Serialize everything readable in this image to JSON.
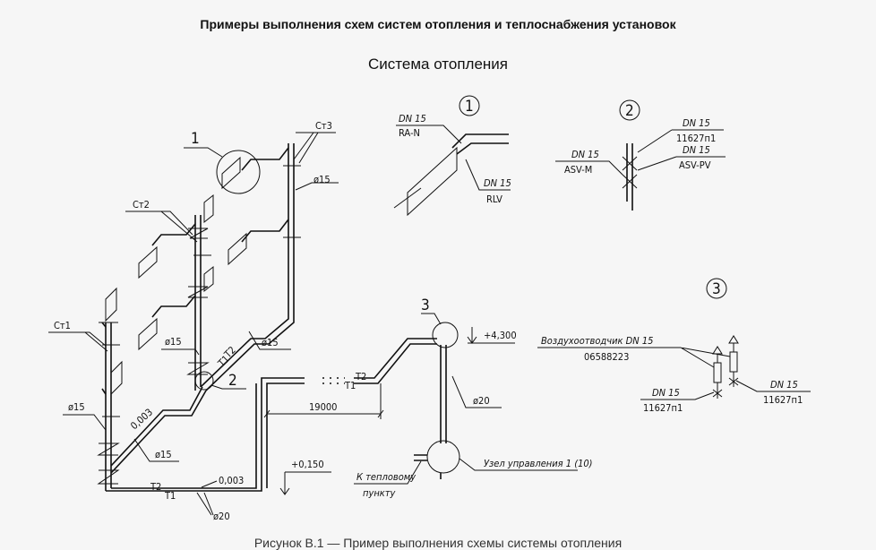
{
  "header": {
    "title": "Примеры выполнения схем систем отопления и теплоснабжения установок",
    "subtitle": "Система отопления"
  },
  "caption": "Рисунок В.1 — Пример выполнения схемы системы отопления",
  "scheme": {
    "risers": [
      "Ст1",
      "Ст2",
      "Ст3"
    ],
    "callouts": [
      "1",
      "2",
      "3"
    ],
    "diameter_15": "ø15",
    "diameter_20": "ø20",
    "slope": "0,003",
    "supply": "Т1",
    "return": "Т2",
    "length": "19000",
    "level_low": "+0,150",
    "level_high": "+4,300",
    "to_heat_point_1": "К тепловому",
    "to_heat_point_2": "пункту",
    "control_unit": "Узел управления 1 (10)"
  },
  "details": {
    "d1": {
      "num": "1",
      "dn_a": "DN 15",
      "valve_a": "RA-N",
      "dn_b": "DN 15",
      "valve_b": "RLV"
    },
    "d2": {
      "num": "2",
      "dn_a": "DN 15",
      "code_a": "11627п1",
      "dn_b": "DN 15",
      "valve_b": "ASV-PV",
      "dn_c": "DN 15",
      "valve_c": "ASV-M"
    },
    "d3": {
      "num": "3",
      "air_vent": "Воздухоотводчик DN 15",
      "air_code": "06588223",
      "dn_a": "DN 15",
      "code_a": "11627п1",
      "dn_b": "DN 15",
      "code_b": "11627п1"
    }
  }
}
